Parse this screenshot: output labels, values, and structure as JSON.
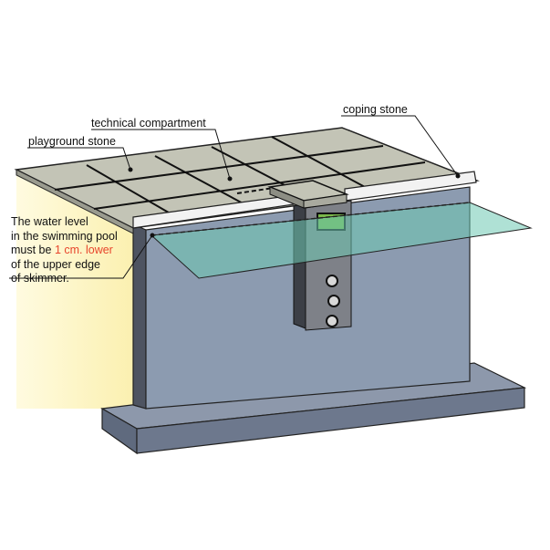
{
  "labels": {
    "coping_stone": "coping stone",
    "technical_compartment": "technical compartment",
    "playground_stone": "playground stone"
  },
  "note": {
    "line1": "The water level",
    "line2": "in the swimming pool",
    "line3_prefix": "must be ",
    "line3_highlight": "1 cm. lower",
    "line4": "of the upper edge",
    "line5": "of skimmer."
  },
  "colors": {
    "wall": "#8c9bb0",
    "water": "#6ec9b3",
    "stone": "#c3c4b6",
    "highlight": "#e8452c",
    "yellow": "#fdf6c8"
  }
}
